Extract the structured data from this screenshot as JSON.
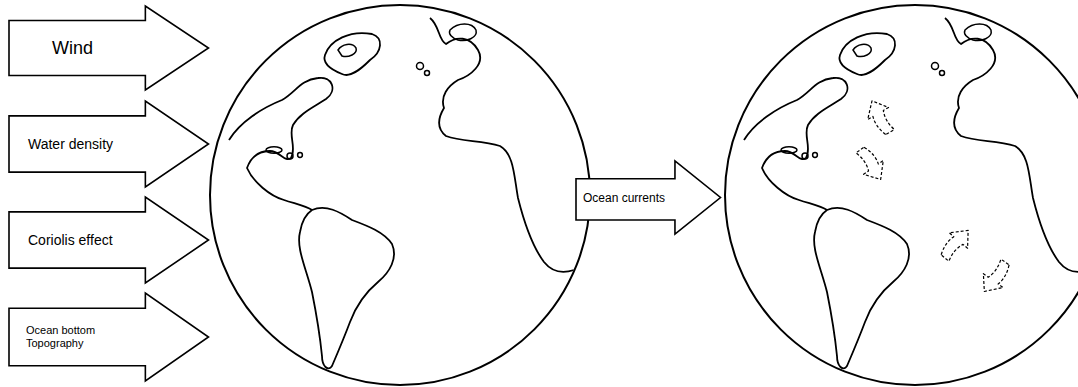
{
  "diagram": {
    "nodes": [
      {
        "text": [
          "Wind"
        ]
      },
      {
        "text": [
          "Water density"
        ]
      },
      {
        "text": [
          "Coriolis effect"
        ]
      },
      {
        "text": [
          "Ocean bottom Topography"
        ]
      },
      {
        "text": [
          "Ocean currents"
        ]
      }
    ]
  }
}
